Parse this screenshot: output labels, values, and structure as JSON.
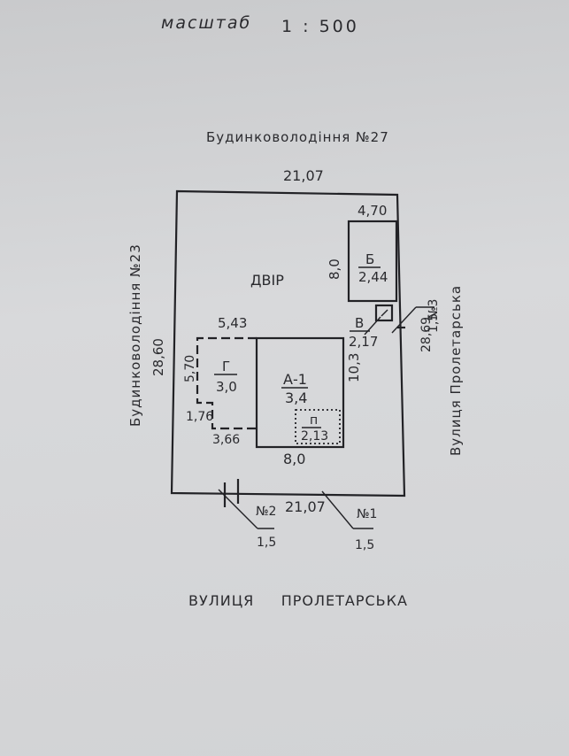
{
  "scale": {
    "label": "масштаб",
    "value": "1 : 500"
  },
  "neighbors": {
    "top": "Будинковолодіння №27",
    "left": "Будинковолодіння №23"
  },
  "streets": {
    "bottom": "ВУЛИЦЯ     ПРОЛЕТАРСЬКА",
    "right": "Вулиця  Пролетарська"
  },
  "plot": {
    "area_label": "ДВІР",
    "top_width": "21,07",
    "bottom_width": "21,07",
    "left_length": "28,60",
    "right_length": "28,69"
  },
  "buildings": {
    "A1": {
      "name": "А-1",
      "height": "3,4",
      "width": "8,0",
      "depth": "10,3"
    },
    "B": {
      "name": "Б",
      "height": "2,44",
      "width": "4,70",
      "length": "8,0"
    },
    "V": {
      "name": "В",
      "height": "2,17"
    },
    "G": {
      "name": "Г",
      "height": "3,0",
      "top": "5,43",
      "side": "5,70",
      "step": "1,76",
      "bottom": "3,66"
    },
    "P": {
      "name": "п",
      "height": "2,13"
    }
  },
  "gates": {
    "n1": {
      "label": "№1",
      "width": "1,5"
    },
    "n2": {
      "label": "№2",
      "width": "1,5"
    },
    "n3": {
      "label": "№3",
      "width": "1,5"
    }
  }
}
